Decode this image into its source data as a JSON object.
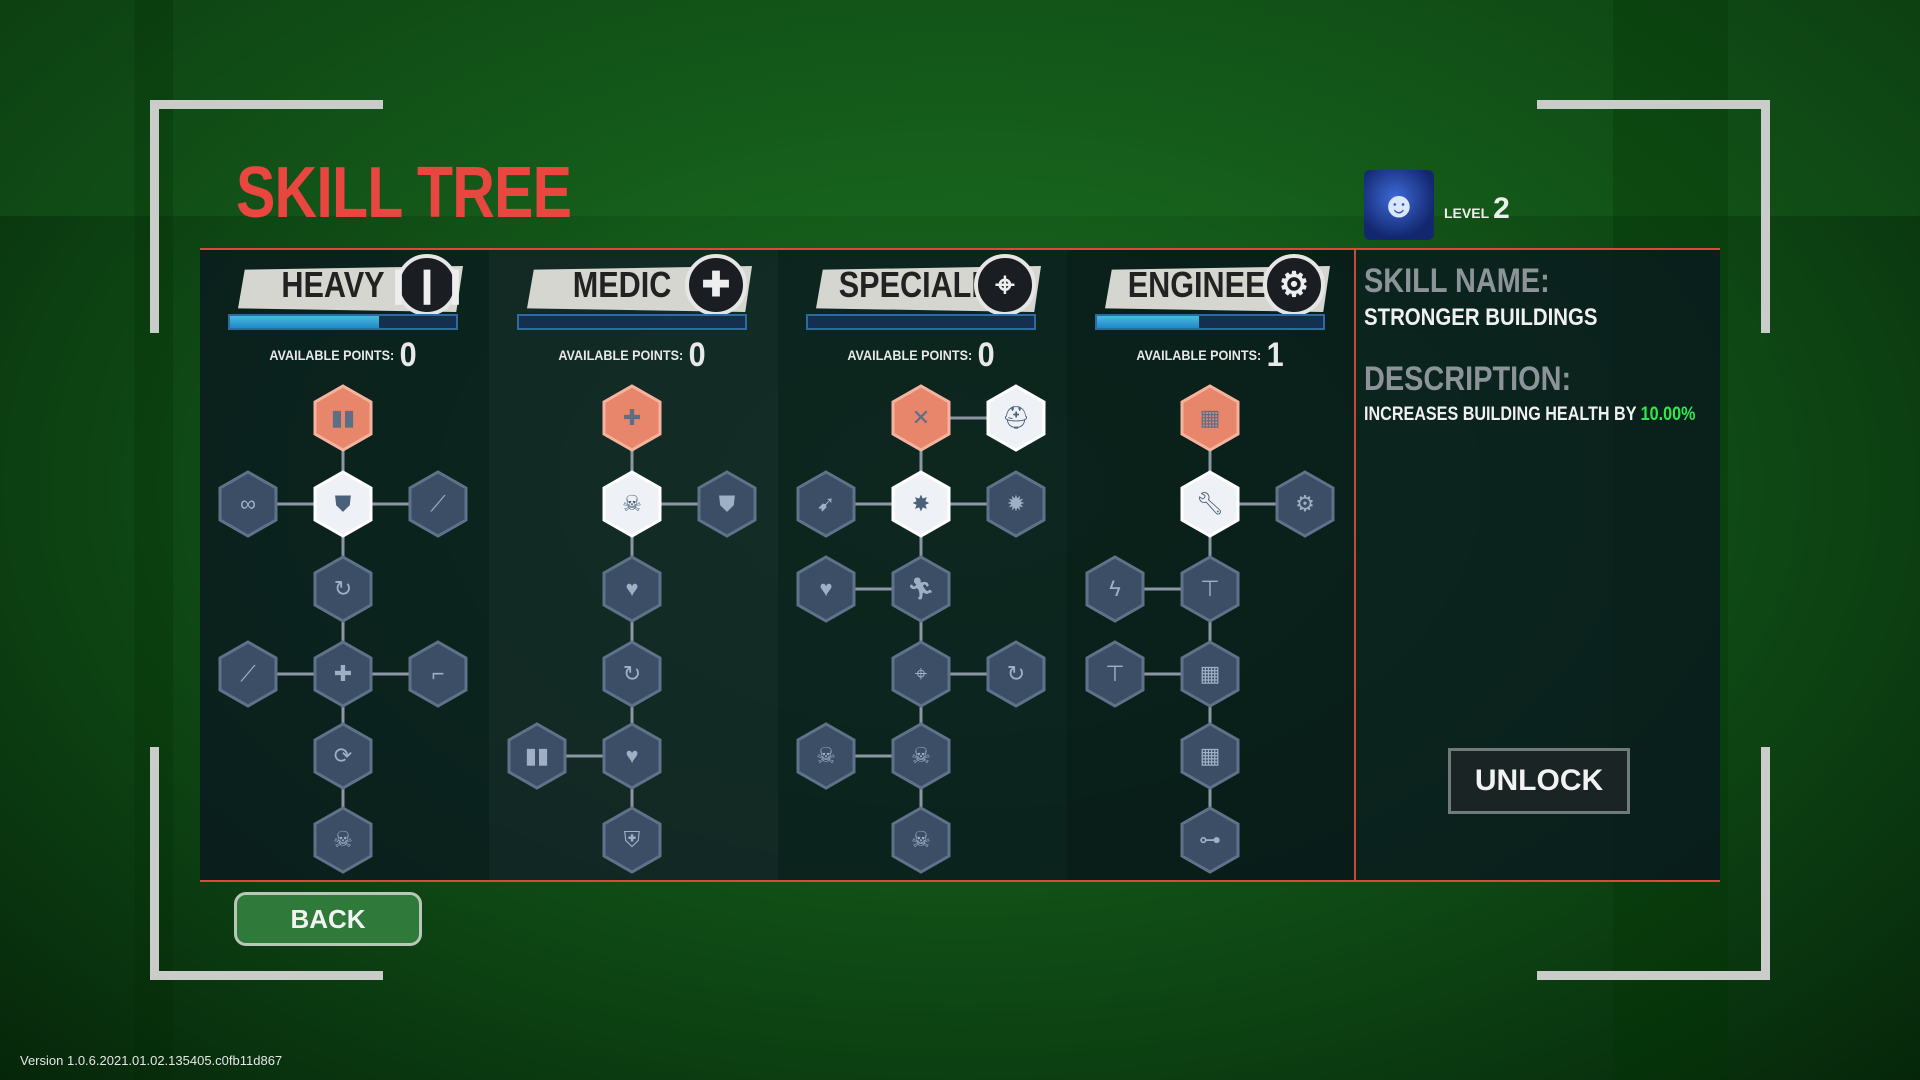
{
  "title": "SKILL TREE",
  "player": {
    "level_label": "LEVEL",
    "level_value": "2"
  },
  "classes": [
    {
      "name": "HEAVY",
      "icon": "bullets-icon",
      "progress": 0.66,
      "points_label": "AVAILABLE POINTS:",
      "points": "0"
    },
    {
      "name": "MEDIC",
      "icon": "cross-icon",
      "progress": 0.0,
      "points_label": "AVAILABLE POINTS:",
      "points": "0"
    },
    {
      "name": "SPECIALIST",
      "icon": "crosshair-icon",
      "progress": 0.0,
      "points_label": "AVAILABLE POINTS:",
      "points": "0"
    },
    {
      "name": "ENGINEER",
      "icon": "gear-wrench-icon",
      "progress": 0.45,
      "points_label": "AVAILABLE POINTS:",
      "points": "1"
    }
  ],
  "skill": {
    "name_label": "SKILL NAME:",
    "name": "STRONGER BUILDINGS",
    "desc_label": "DESCRIPTION:",
    "desc_text": "INCREASES BUILDING HEALTH BY",
    "desc_value": "10.00%",
    "highlight_color": "#2ee84c"
  },
  "buttons": {
    "unlock": "UNLOCK",
    "back": "BACK"
  },
  "version": "Version 1.0.6.2021.01.02.135405.c0fb11d867",
  "colors": {
    "accent_red": "#e8463f",
    "unlocked_node": "#e8866b",
    "active_node": "#f1f4f8",
    "locked_node": "#3c4e66",
    "progress": "#3fb0e0"
  }
}
